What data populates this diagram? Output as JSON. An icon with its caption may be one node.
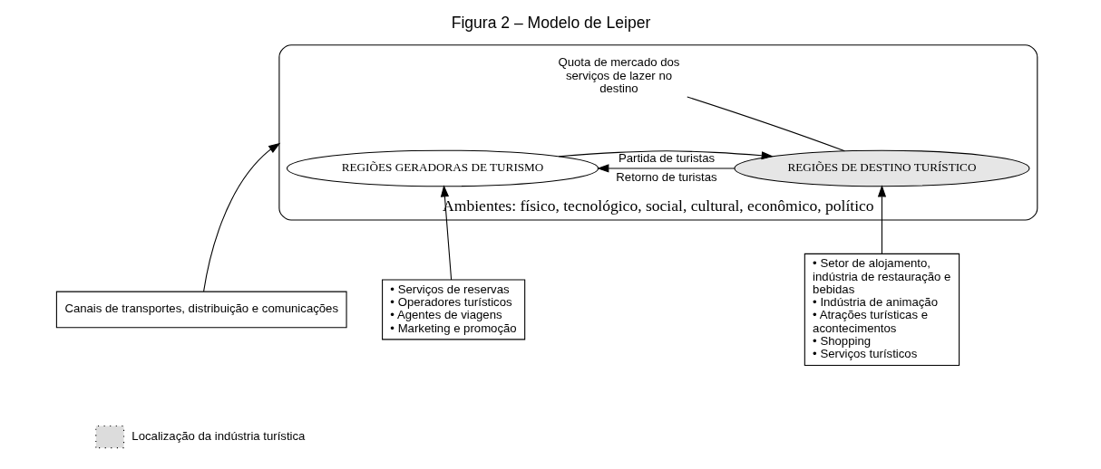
{
  "diagram": {
    "title": "Figura 2 – Modelo de Leiper",
    "nodes": [
      {
        "text": [
          "Ambientes: físico, tecnológico, social, cultural, econômico, político"
        ]
      },
      {
        "text": [
          "REGIÕES GERADORAS DE TURISMO"
        ],
        "in": 0
      },
      {
        "text": [
          "REGIÕES DE DESTINO TURÍSTICO"
        ],
        "in": 0
      },
      {
        "text": [
          "Quota de mercado dos serviços de lazer no destino"
        ],
        "in": 0
      },
      {
        "text": [
          "• Serviços de reservas",
          "• Operadores turísticos",
          "• Agentes de viagens",
          "• Marketing e promoção"
        ]
      },
      {
        "text": [
          "Canais de transportes, distribuição e comunicações"
        ]
      },
      {
        "text": [
          "• Setor de alojamento, indústria de restauração e bebidas",
          "• Indústria de animação",
          "• Atrações turísticas e acontecimentos",
          "• Shopping",
          "• Serviços turísticos"
        ]
      }
    ],
    "edges": [
      {
        "from": 1,
        "to": 2,
        "arrow": "to",
        "label": "Partida de turistas"
      },
      {
        "from": 2,
        "to": 1,
        "arrow": "to",
        "label": "Retorno de turistas"
      },
      {
        "from": 3,
        "to": 2,
        "arrow": "none"
      },
      {
        "from": 4,
        "to": 1,
        "arrow": "to"
      },
      {
        "from": 5,
        "to": 0,
        "arrow": "to"
      },
      {
        "from": 6,
        "to": 2,
        "arrow": "to"
      }
    ],
    "legend": [
      {
        "text": "Localização da indústria turística",
        "color": "#dcdcdc"
      }
    ]
  }
}
